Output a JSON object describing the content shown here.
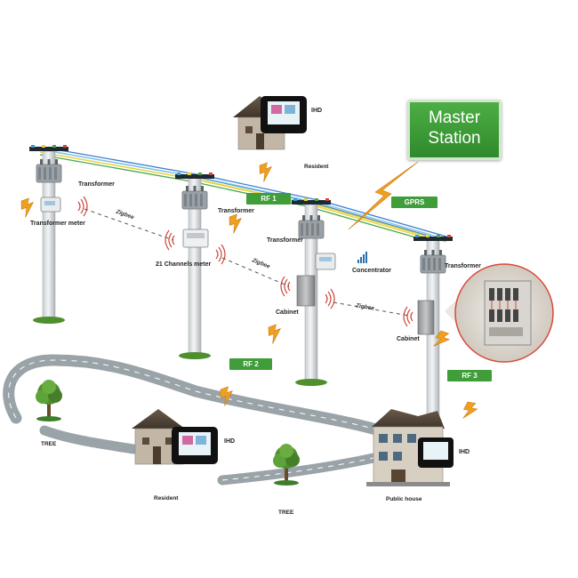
{
  "master_station": {
    "line1": "Master",
    "line2": "Station"
  },
  "links": {
    "rf1": "RF 1",
    "rf2": "RF 2",
    "rf3": "RF 3",
    "gprs": "GPRS",
    "zigbee": "Zigbee"
  },
  "labels": {
    "ihd": "IHD",
    "resident": "Resident",
    "transformer": "Transformer",
    "transformer_meter": "Transformer meter",
    "channels_meter": "21 Channels meter",
    "concentrator": "Concentrator",
    "cabinet": "Cabinet",
    "tree": "TREE",
    "public_house": "Public house"
  },
  "colors": {
    "accent_green": "#3f9d3a",
    "bolt": "#f0a020",
    "road": "#9aa3a8",
    "wire_blue": "#3b7fd0",
    "wire_yellow": "#e6d23a",
    "wire_green": "#4aa84a",
    "zoom_circle": "#d84a3a"
  }
}
